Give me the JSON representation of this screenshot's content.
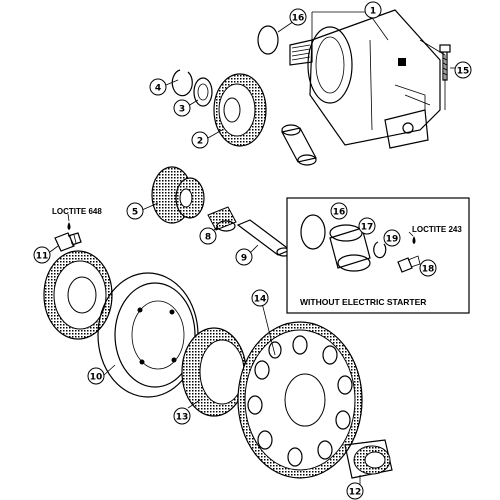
{
  "callouts": [
    {
      "id": "c1",
      "text": "1"
    },
    {
      "id": "c2",
      "text": "2"
    },
    {
      "id": "c3",
      "text": "3"
    },
    {
      "id": "c4",
      "text": "4"
    },
    {
      "id": "c5",
      "text": "5"
    },
    {
      "id": "c8",
      "text": "8"
    },
    {
      "id": "c9",
      "text": "9"
    },
    {
      "id": "c10",
      "text": "10"
    },
    {
      "id": "c11",
      "text": "11"
    },
    {
      "id": "c12",
      "text": "12"
    },
    {
      "id": "c13",
      "text": "13"
    },
    {
      "id": "c14",
      "text": "14"
    },
    {
      "id": "c15",
      "text": "15"
    },
    {
      "id": "c16a",
      "text": "16"
    },
    {
      "id": "c16b",
      "text": "16"
    },
    {
      "id": "c17",
      "text": "17"
    },
    {
      "id": "c18",
      "text": "18"
    },
    {
      "id": "c19",
      "text": "19"
    }
  ],
  "notes": {
    "loctite_left": "LOCTITE 648",
    "loctite_right": "LOCTITE 243",
    "inset_caption": "WITHOUT ELECTRIC STARTER"
  }
}
